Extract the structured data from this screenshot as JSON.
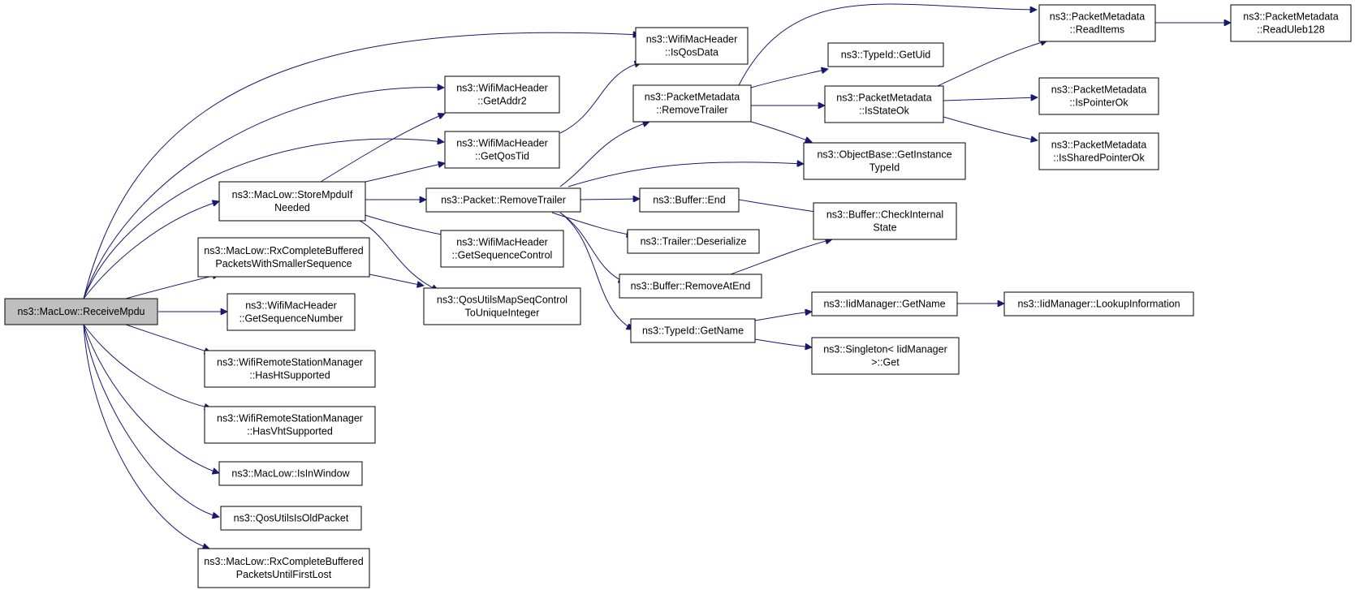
{
  "graph": {
    "edge_color": "#191970",
    "root_fill": "#bfbfbf",
    "nodes": [
      {
        "id": "receive-mpdu",
        "lines": [
          "ns3::MacLow::ReceiveMpdu"
        ],
        "root": true
      },
      {
        "id": "store-mpdu-if-needed",
        "lines": [
          "ns3::MacLow::StoreMpduIf",
          "Needed"
        ]
      },
      {
        "id": "rx-complete-buffered-smaller",
        "lines": [
          "ns3::MacLow::RxCompleteBuffered",
          "PacketsWithSmallerSequence"
        ]
      },
      {
        "id": "get-sequence-number",
        "lines": [
          "ns3::WifiMacHeader",
          "::GetSequenceNumber"
        ]
      },
      {
        "id": "has-ht-supported",
        "lines": [
          "ns3::WifiRemoteStationManager",
          "::HasHtSupported"
        ]
      },
      {
        "id": "has-vht-supported",
        "lines": [
          "ns3::WifiRemoteStationManager",
          "::HasVhtSupported"
        ]
      },
      {
        "id": "is-in-window",
        "lines": [
          "ns3::MacLow::IsInWindow"
        ]
      },
      {
        "id": "qos-utils-is-old-packet",
        "lines": [
          "ns3::QosUtilsIsOldPacket"
        ]
      },
      {
        "id": "rx-complete-buffered-until-lost",
        "lines": [
          "ns3::MacLow::RxCompleteBuffered",
          "PacketsUntilFirstLost"
        ]
      },
      {
        "id": "is-qos-data",
        "lines": [
          "ns3::WifiMacHeader",
          "::IsQosData"
        ]
      },
      {
        "id": "get-addr2",
        "lines": [
          "ns3::WifiMacHeader",
          "::GetAddr2"
        ]
      },
      {
        "id": "get-qos-tid",
        "lines": [
          "ns3::WifiMacHeader",
          "::GetQosTid"
        ]
      },
      {
        "id": "packet-remove-trailer",
        "lines": [
          "ns3::Packet::RemoveTrailer"
        ]
      },
      {
        "id": "get-sequence-control",
        "lines": [
          "ns3::WifiMacHeader",
          "::GetSequenceControl"
        ]
      },
      {
        "id": "qos-utils-map-seq-control",
        "lines": [
          "ns3::QosUtilsMapSeqControl",
          "ToUniqueInteger"
        ]
      },
      {
        "id": "metadata-remove-trailer",
        "lines": [
          "ns3::PacketMetadata",
          "::RemoveTrailer"
        ]
      },
      {
        "id": "buffer-end",
        "lines": [
          "ns3::Buffer::End"
        ]
      },
      {
        "id": "trailer-deserialize",
        "lines": [
          "ns3::Trailer::Deserialize"
        ]
      },
      {
        "id": "buffer-remove-at-end",
        "lines": [
          "ns3::Buffer::RemoveAtEnd"
        ]
      },
      {
        "id": "typeid-get-name",
        "lines": [
          "ns3::TypeId::GetName"
        ]
      },
      {
        "id": "typeid-get-uid",
        "lines": [
          "ns3::TypeId::GetUid"
        ]
      },
      {
        "id": "metadata-is-state-ok",
        "lines": [
          "ns3::PacketMetadata",
          "::IsStateOk"
        ]
      },
      {
        "id": "object-base-get-instance-typeid",
        "lines": [
          "ns3::ObjectBase::GetInstance",
          "TypeId"
        ]
      },
      {
        "id": "buffer-check-internal-state",
        "lines": [
          "ns3::Buffer::CheckInternal",
          "State"
        ]
      },
      {
        "id": "iid-manager-get-name",
        "lines": [
          "ns3::IidManager::GetName"
        ]
      },
      {
        "id": "singleton-iid-manager-get",
        "lines": [
          "ns3::Singleton< IidManager",
          ">::Get"
        ]
      },
      {
        "id": "metadata-read-items",
        "lines": [
          "ns3::PacketMetadata",
          "::ReadItems"
        ]
      },
      {
        "id": "metadata-is-pointer-ok",
        "lines": [
          "ns3::PacketMetadata",
          "::IsPointerOk"
        ]
      },
      {
        "id": "metadata-is-shared-pointer-ok",
        "lines": [
          "ns3::PacketMetadata",
          "::IsSharedPointerOk"
        ]
      },
      {
        "id": "iid-manager-lookup-information",
        "lines": [
          "ns3::IidManager::LookupInformation"
        ]
      },
      {
        "id": "metadata-read-uleb128",
        "lines": [
          "ns3::PacketMetadata",
          "::ReadUleb128"
        ]
      }
    ]
  }
}
